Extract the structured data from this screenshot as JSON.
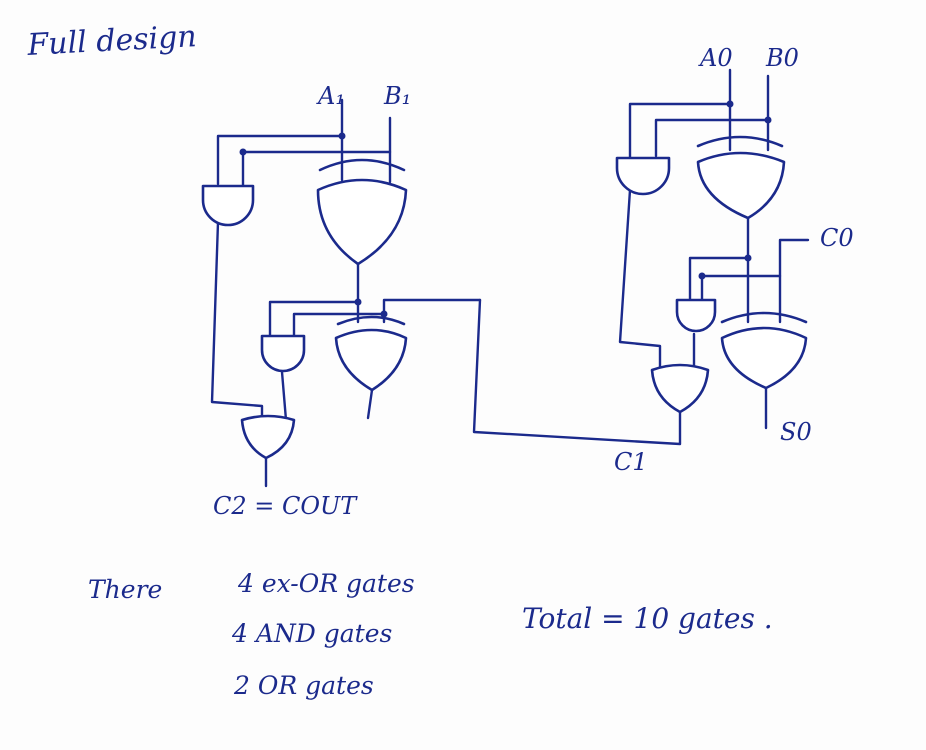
{
  "title": "Full design",
  "inputs": {
    "a1": "A₁",
    "b1": "B₁",
    "a0": "A0",
    "b0": "B0",
    "c0": "C0"
  },
  "outputs": {
    "c2": "C2 = COUT",
    "c1": "C1",
    "s0": "S0"
  },
  "notes": {
    "prefix": "There",
    "line1": "4 ex-OR gates",
    "line2": "4 AND gates",
    "line3": "2 OR gates"
  },
  "total": "Total = 10 gates .",
  "ink_color": "#1b2a8c"
}
